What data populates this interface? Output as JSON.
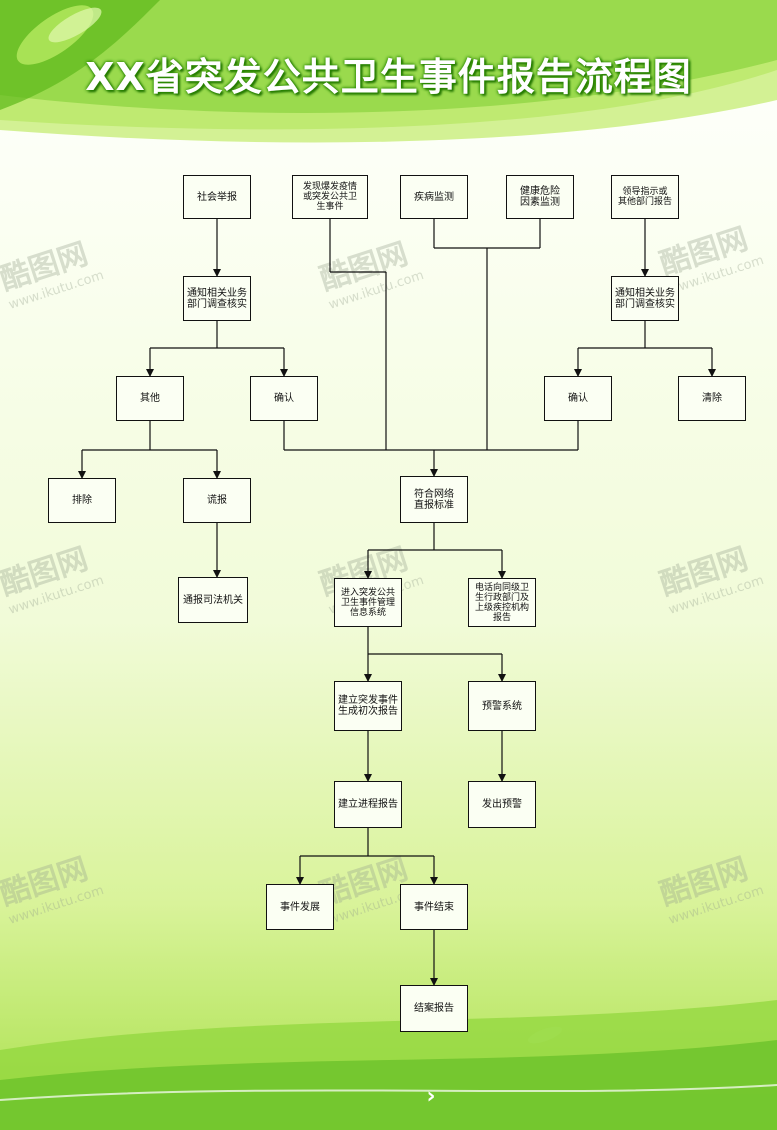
{
  "title": "XX省突发公共卫生事件报告流程图",
  "watermark": {
    "logo_text": "酷图网",
    "url": "www.ikutu.com"
  },
  "boxes": {
    "report_social": "社会举报",
    "discover_outbreak": "发现爆发疫情\n或突发公共卫\n生事件",
    "disease_monitor": "疾病监测",
    "health_risk": "健康危险\n因素监测",
    "leader_instruction": "领导指示或\n其他部门报告",
    "notify_left": "通知相关业务\n部门调查核实",
    "notify_right": "通知相关业务\n部门调查核实",
    "other": "其他",
    "confirm_left": "确认",
    "confirm_right": "确认",
    "clear": "清除",
    "exclude": "排除",
    "false_report": "谎报",
    "notify_judicial": "通报司法机关",
    "meets_standard": "符合网络\n直报标准",
    "enter_system": "进入突发公共\n卫生事件管理\n信息系统",
    "phone_report": "电话向同级卫\n生行政部门及\n上级疾控机构\n报告",
    "initial_report": "建立突发事件\n生成初次报告",
    "warning_system": "预警系统",
    "progress_report": "建立进程报告",
    "issue_warning": "发出预警",
    "event_develop": "事件发展",
    "event_end": "事件结束",
    "closing_report": "结案报告"
  },
  "colors": {
    "brand_green": "#2a8a00",
    "background_bottom": "#a9e04a",
    "line": "#111111"
  }
}
